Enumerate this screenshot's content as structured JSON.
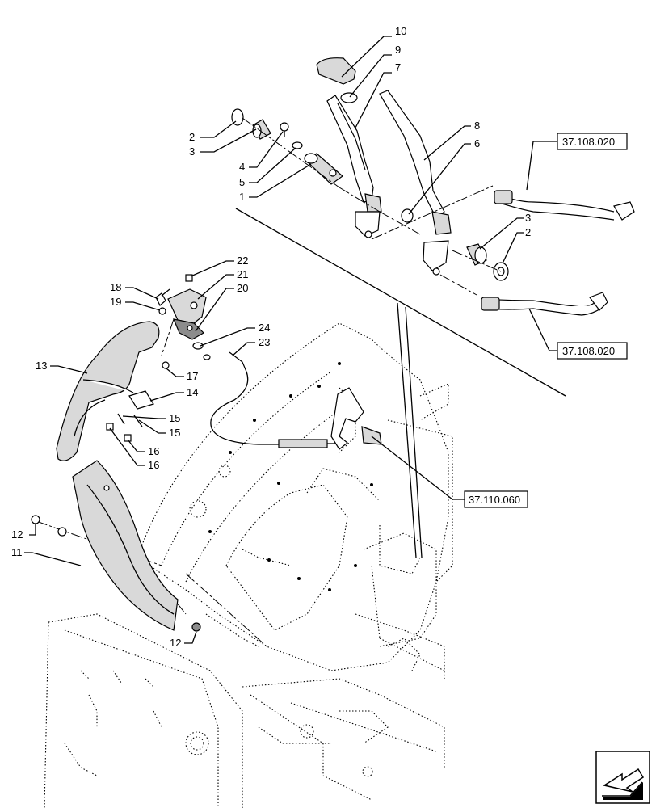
{
  "callouts": {
    "p1": "1",
    "p2a": "2",
    "p2b": "2",
    "p3a": "3",
    "p3b": "3",
    "p4": "4",
    "p5": "5",
    "p6": "6",
    "p7": "7",
    "p8": "8",
    "p9": "9",
    "p10": "10",
    "p11": "11",
    "p12a": "12",
    "p12b": "12",
    "p13": "13",
    "p14": "14",
    "p15a": "15",
    "p15b": "15",
    "p16a": "16",
    "p16b": "16",
    "p17": "17",
    "p18": "18",
    "p19": "19",
    "p20": "20",
    "p21": "21",
    "p22": "22",
    "p23": "23",
    "p24": "24"
  },
  "references": {
    "ref_upper": "37.108.020",
    "ref_lower": "37.108.020",
    "ref_cable": "37.110.060"
  },
  "icons": {
    "nav": "arrow-navigation-icon"
  }
}
